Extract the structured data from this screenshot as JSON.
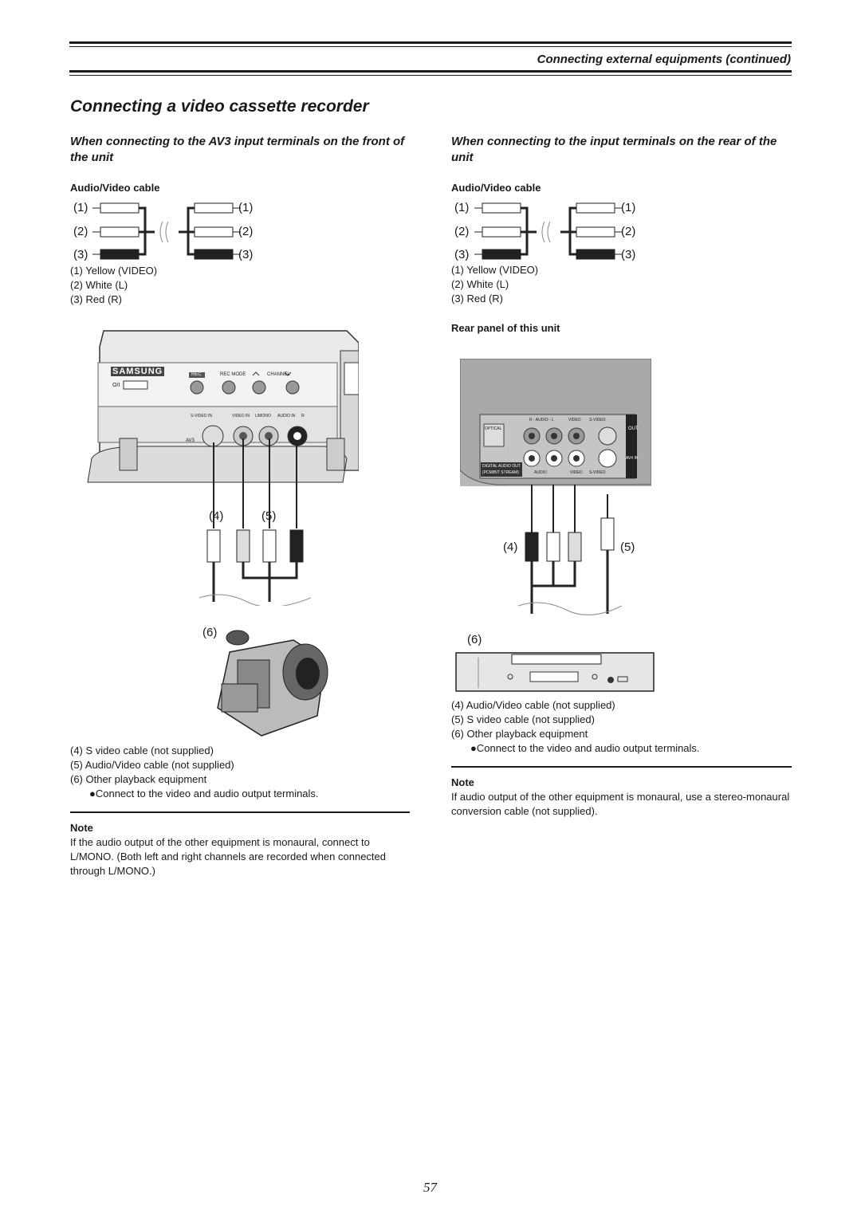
{
  "header": {
    "section_title": "Connecting external equipments (continued)"
  },
  "page_title": "Connecting a video cassette recorder",
  "left": {
    "heading": "When connecting to the AV3 input terminals on the front of the unit",
    "cable_label": "Audio/Video cable",
    "cable_nums": [
      "(1)",
      "(2)",
      "(3)"
    ],
    "legend": [
      "(1)  Yellow (VIDEO)",
      "(2)  White (L)",
      "(3)  Red (R)"
    ],
    "callout_4": "(4)",
    "callout_5": "(5)",
    "callout_6": "(6)",
    "panel": {
      "brand": "SAMSUNG",
      "rec": "REC",
      "rec_mode": "REC MODE",
      "channel": "CHANNEL",
      "power": "O/I",
      "svideo_in": "S-VIDEO IN",
      "video_in": "VIDEO IN",
      "lmono": "L/MONO",
      "audio_in": "AUDIO IN",
      "r": "R",
      "av3": "AV3"
    },
    "items": [
      "(4)  S video cable (not supplied)",
      "(5)  Audio/Video cable (not supplied)",
      "(6)  Other playback equipment"
    ],
    "bullet": "●Connect to the video and audio output terminals.",
    "note_title": "Note",
    "note_text": "If the audio output of the other equipment is monaural, connect to L/MONO. (Both left and right channels are recorded when connected through L/MONO.)"
  },
  "right": {
    "heading": "When connecting to the input terminals on the rear of the unit",
    "cable_label": "Audio/Video cable",
    "cable_nums": [
      "(1)",
      "(2)",
      "(3)"
    ],
    "legend": [
      "(1)  Yellow (VIDEO)",
      "(2)  White (L)",
      "(3)  Red (R)"
    ],
    "rear_label": "Rear panel of this unit",
    "callout_4": "(4)",
    "callout_5": "(5)",
    "callout_6": "(6)",
    "panel": {
      "optical": "OPTICAL",
      "r_audio_l": "R - AUDIO - L",
      "video": "VIDEO",
      "s_video": "S-VIDEO",
      "out": "OUT",
      "av4_in": "AV4 IN",
      "digital_out": "DIGITAL AUDIO OUT",
      "pcm": "(PCM/BIT STREAM)",
      "audio": "AUDIO",
      "video2": "VIDEO",
      "s_video2": "S-VIDEO"
    },
    "items": [
      "(4)  Audio/Video cable (not supplied)",
      "(5)  S video cable (not supplied)",
      "(6)  Other playback equipment"
    ],
    "bullet": "●Connect to the video and audio output terminals.",
    "note_title": "Note",
    "note_text": "If audio output of the other equipment is monaural, use a stereo-monaural conversion cable (not supplied)."
  },
  "page_number": "57"
}
